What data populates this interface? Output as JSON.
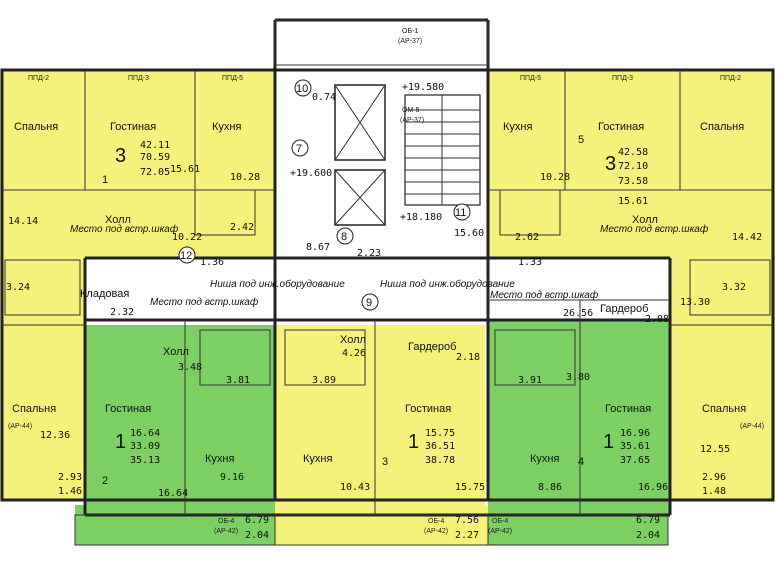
{
  "colors": {
    "yellow": "#f4f27a",
    "green": "#7ccf63",
    "wall": "#222222",
    "stair": "#ffffff"
  },
  "apartments": [
    {
      "id": "1",
      "rooms": "3",
      "total": "42.11",
      "living": "70.59",
      "with_balcony": "72.05",
      "color": "yellow"
    },
    {
      "id": "5",
      "rooms": "3",
      "total": "42.58",
      "living": "72.10",
      "with_balcony": "73.58",
      "color": "yellow"
    },
    {
      "id": "2",
      "rooms": "1",
      "total": "16.64",
      "living": "33.09",
      "with_balcony": "35.13",
      "color": "green"
    },
    {
      "id": "3",
      "rooms": "1",
      "total": "15.75",
      "living": "36.51",
      "with_balcony": "38.78",
      "color": "yellow"
    },
    {
      "id": "4",
      "rooms": "1",
      "total": "16.96",
      "living": "35.61",
      "with_balcony": "37.65",
      "color": "green"
    }
  ],
  "room_names": {
    "bedroom": "Спальня",
    "living": "Гостиная",
    "kitchen": "Кухня",
    "hall": "Холл",
    "pantry": "Кладовая",
    "wardrobe": "Гардероб"
  },
  "notes": {
    "wardrobe_place": "Место под встр.шкаф",
    "niche": "Ниша под инж.оборудование"
  },
  "elevations": {
    "top": "+19.580",
    "mid": "+19.600",
    "low": "+18.180"
  },
  "marks": {
    "ob1": "ОБ-1",
    "ar37": "(АР-37)",
    "om5": "ОМ-5",
    "ar37b": "(АР-37)",
    "ob4": "ОБ-4",
    "ar42": "(АР-42)",
    "ar44": "(АР-44)",
    "ar44b": "(АР-44)",
    "ppd2": "ППД-2",
    "ppd3": "ППД-3",
    "ppd5": "ППД-5"
  },
  "areas": {
    "a1561": "15.61",
    "a1028l": "10.28",
    "a1414": "14.14",
    "a1022": "10.22",
    "a242": "2.42",
    "a324": "3.24",
    "a232": "2.32",
    "a1236": "12.36",
    "a293": "2.93",
    "a146": "1.46",
    "a136": "1.36",
    "a867": "8.67",
    "a223": "2.23",
    "a1028r": "10.28",
    "a262": "2.62",
    "a1560": "15.60",
    "a1561r": "15.61",
    "a1442": "14.42",
    "a332": "3.32",
    "a133": "1.33",
    "a1330": "13.30",
    "a2656": "26.56",
    "a208": "2.08",
    "a426": "4.26",
    "a218": "2.18",
    "a348": "3.48",
    "a381": "3.81",
    "a389": "3.89",
    "a391": "3.91",
    "a380": "3.80",
    "a916": "9.16",
    "a1664": "16.64",
    "a1043": "10.43",
    "a1575": "15.75",
    "a886": "8.86",
    "a1696": "16.96",
    "a679l": "6.79",
    "a204l": "2.04",
    "a756": "7.56",
    "a227": "2.27",
    "a679r": "6.79",
    "a204r": "2.04",
    "a1255": "12.55",
    "a296": "2.96",
    "a148": "1.48",
    "a074": "0.74"
  },
  "rooms_nums": {
    "n7": "7",
    "n8": "8",
    "n9": "9",
    "n10": "10",
    "n11": "11",
    "n12": "12"
  }
}
